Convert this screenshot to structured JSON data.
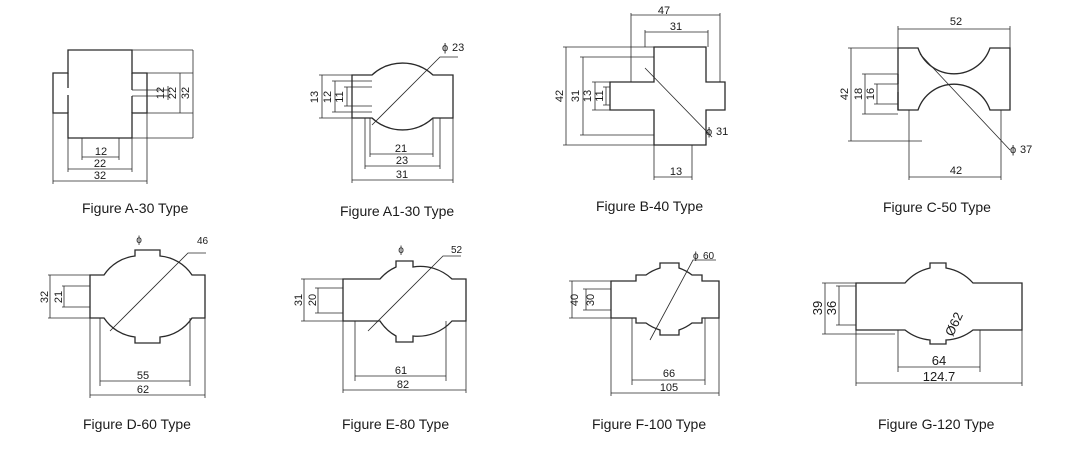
{
  "figures": [
    {
      "id": "a30",
      "caption": "Figure A-30 Type",
      "dims": {
        "h_inner": "12",
        "h_mid": "22",
        "h_outer": "32",
        "v_inner": "12",
        "v_mid": "22",
        "v_outer": "32"
      }
    },
    {
      "id": "a130",
      "caption": "Figure A1-30 Type",
      "dims": {
        "v1": "13",
        "v2": "12",
        "v3": "11",
        "h1": "21",
        "h2": "23",
        "h3": "31",
        "diameter": "23"
      }
    },
    {
      "id": "b40",
      "caption": "Figure B-40 Type",
      "dims": {
        "top_outer": "47",
        "top_inner": "31",
        "v1": "42",
        "v2": "31",
        "v3": "13",
        "v4": "11",
        "bottom": "13",
        "diameter": "31"
      }
    },
    {
      "id": "c50",
      "caption": "Figure C-50 Type",
      "dims": {
        "top": "52",
        "v1": "42",
        "v2": "18",
        "v3": "16",
        "bottom": "42",
        "diameter": "37"
      }
    },
    {
      "id": "d60",
      "caption": "Figure D-60 Type",
      "dims": {
        "v1": "32",
        "v2": "21",
        "h1": "55",
        "h2": "62",
        "diameter": "46"
      }
    },
    {
      "id": "e80",
      "caption": "Figure E-80 Type",
      "dims": {
        "v1": "31",
        "v2": "20",
        "h1": "61",
        "h2": "82",
        "diameter": "52"
      }
    },
    {
      "id": "f100",
      "caption": "Figure F-100 Type",
      "dims": {
        "v1": "40",
        "v2": "30",
        "h1": "66",
        "h2": "105",
        "diameter": "60"
      }
    },
    {
      "id": "g120",
      "caption": "Figure G-120 Type",
      "dims": {
        "v1": "39",
        "v2": "36",
        "h1": "64",
        "h2": "124.7",
        "diameter": "Ø62"
      }
    }
  ],
  "symbols": {
    "phi": "ϕ"
  }
}
